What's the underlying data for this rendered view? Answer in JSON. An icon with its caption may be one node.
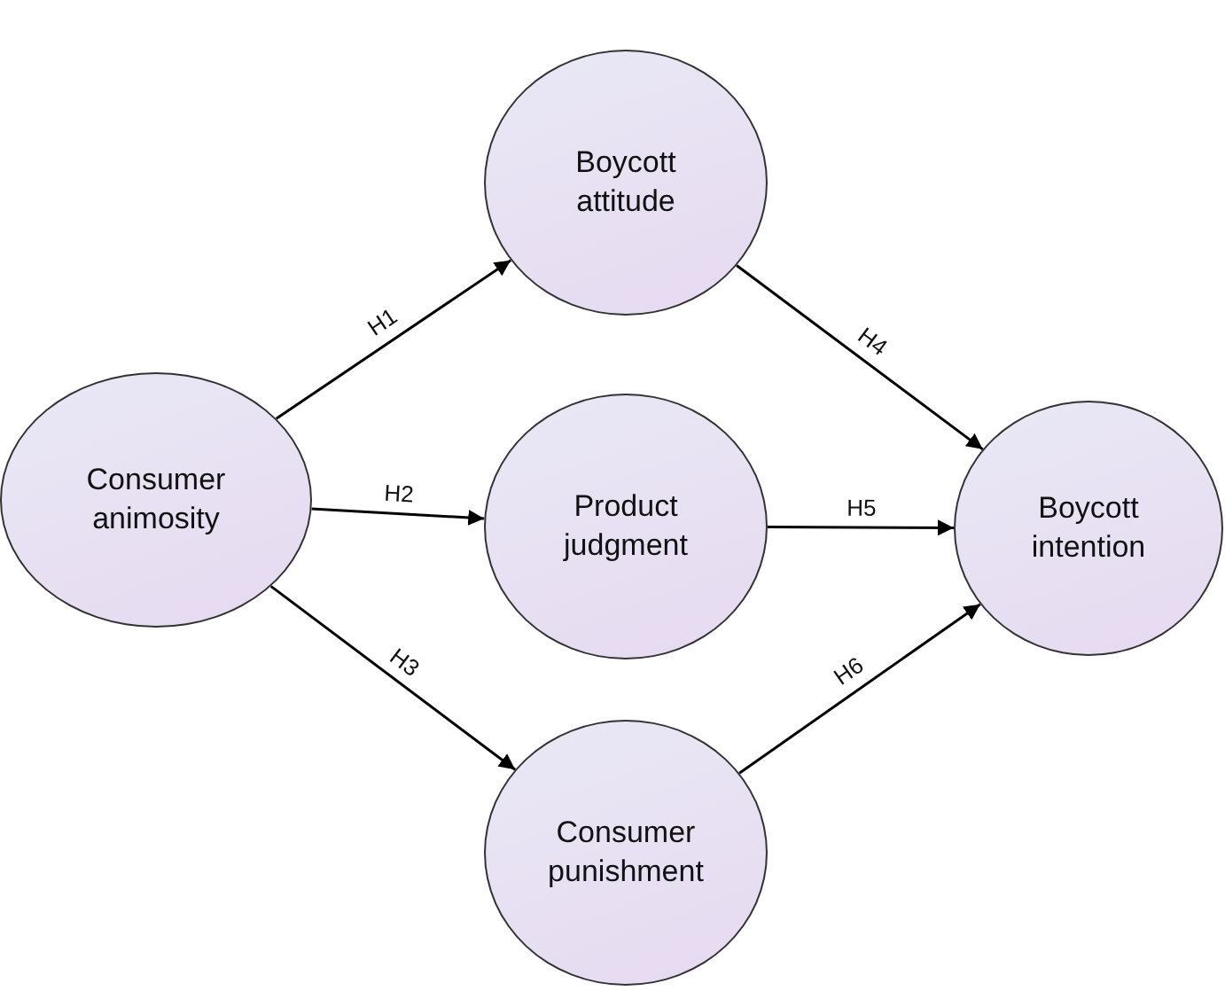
{
  "diagram": {
    "nodes": [
      {
        "text": [
          "Consumer animosity"
        ]
      },
      {
        "text": [
          "Boycott attitude"
        ]
      },
      {
        "text": [
          "Product judgment"
        ]
      },
      {
        "text": [
          "Consumer punishment"
        ]
      },
      {
        "text": [
          "Boycott intention"
        ]
      }
    ],
    "edges": [
      {
        "from": 0,
        "to": 1,
        "arrow": "to",
        "label": "H1"
      },
      {
        "from": 0,
        "to": 2,
        "arrow": "to",
        "label": "H2"
      },
      {
        "from": 0,
        "to": 3,
        "arrow": "to",
        "label": "H3"
      },
      {
        "from": 1,
        "to": 4,
        "arrow": "to",
        "label": "H4"
      },
      {
        "from": 2,
        "to": 4,
        "arrow": "to",
        "label": "H5"
      },
      {
        "from": 3,
        "to": 4,
        "arrow": "to",
        "label": "H6"
      }
    ]
  }
}
